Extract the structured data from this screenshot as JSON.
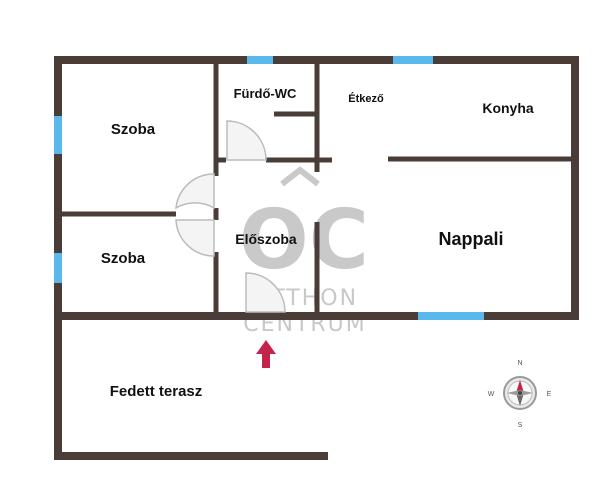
{
  "colors": {
    "wall": "#4a3c37",
    "window": "#5bb8ea",
    "door": "#d8d8d8",
    "arrow": "#c4244a",
    "watermark": "#c8c8c8"
  },
  "rooms": [
    {
      "key": "szoba_1",
      "label": "Szoba"
    },
    {
      "key": "szoba_2",
      "label": "Szoba"
    },
    {
      "key": "furdo",
      "label": "Fürdő-WC"
    },
    {
      "key": "etkezo",
      "label": "Étkező"
    },
    {
      "key": "konyha",
      "label": "Konyha"
    },
    {
      "key": "eloszoba",
      "label": "Előszoba"
    },
    {
      "key": "nappali",
      "label": "Nappali"
    },
    {
      "key": "terasz",
      "label": "Fedett terasz"
    }
  ],
  "watermark": {
    "logo": "OC",
    "line1": "OTTHON",
    "line2": "CENTRUM"
  },
  "compass": {
    "n": "N",
    "s": "S",
    "e": "E",
    "w": "W",
    "icon": "compass-rose-icon"
  },
  "entrance": {
    "icon": "entrance-arrow-icon"
  }
}
